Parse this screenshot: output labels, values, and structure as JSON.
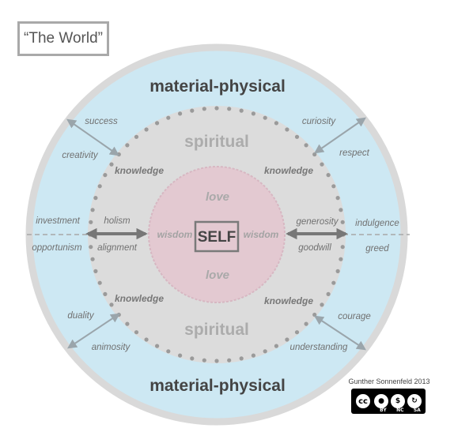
{
  "title": "“The World”",
  "rings": {
    "outer_label_top": "material-physical",
    "outer_label_bottom": "material-physical",
    "middle_label_top": "spiritual",
    "middle_label_bottom": "spiritual",
    "inner_label_top": "love",
    "inner_label_bottom": "love",
    "center": "SELF"
  },
  "words": {
    "success": "success",
    "creativity": "creativity",
    "curiosity": "curiosity",
    "respect": "respect",
    "investment": "investment",
    "opportunism": "opportunism",
    "indulgence": "indulgence",
    "greed": "greed",
    "duality": "duality",
    "animosity": "animosity",
    "courage": "courage",
    "understanding": "understanding",
    "holism": "holism",
    "alignment": "alignment",
    "generosity": "generosity",
    "goodwill": "goodwill",
    "wisdom_left": "wisdom",
    "wisdom_right": "wisdom",
    "knowledge_tl": "knowledge",
    "knowledge_tr": "knowledge",
    "knowledge_bl": "knowledge",
    "knowledge_br": "knowledge"
  },
  "credit": {
    "author": "Gunther Sonnenfeld 2013",
    "license_icons": [
      "cc-icon",
      "by-icon",
      "nc-icon",
      "sa-icon"
    ],
    "license_labels": [
      "BY",
      "NC",
      "SA"
    ]
  },
  "colors": {
    "outer_fill": "#cde8f3",
    "outer_border": "#dcdcdc",
    "middle_fill": "#dcdcdc",
    "inner_fill": "#e3c9d1",
    "dots": "#9a9a9a",
    "label_dark": "#444444",
    "label_light": "#a8a8a8",
    "label_italic": "#707070",
    "arrow": "#7a7a7a"
  }
}
